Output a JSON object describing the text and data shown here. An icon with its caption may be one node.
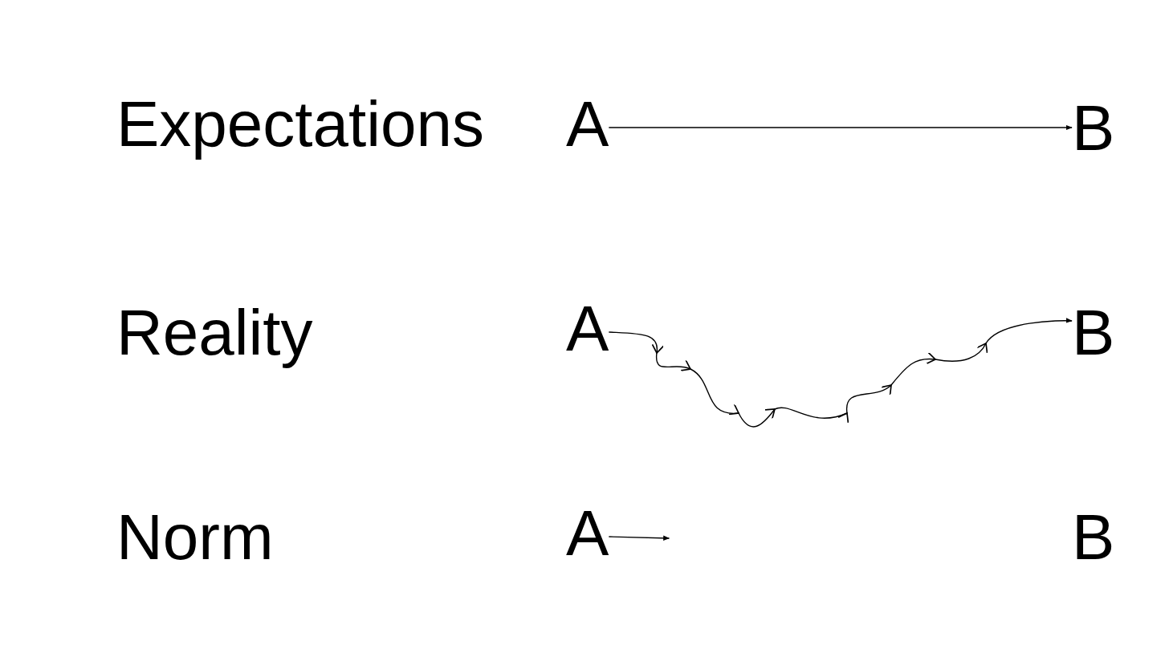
{
  "diagram": {
    "nodes": [
      {
        "text": [
          "A"
        ]
      },
      {
        "text": [
          "B"
        ]
      },
      {
        "text": [
          "A"
        ]
      },
      {
        "text": [
          "B"
        ]
      },
      {
        "text": [
          "A"
        ]
      },
      {
        "text": [
          "B"
        ]
      }
    ],
    "edges": [
      {
        "from": 0,
        "to": 1,
        "arrow": "to"
      },
      {
        "from": 2,
        "to": 3,
        "arrow": "to"
      },
      {
        "from": 4,
        "to": null,
        "arrow": "to"
      }
    ],
    "labels": [
      "Expectations",
      "Reality",
      "Norm"
    ]
  }
}
